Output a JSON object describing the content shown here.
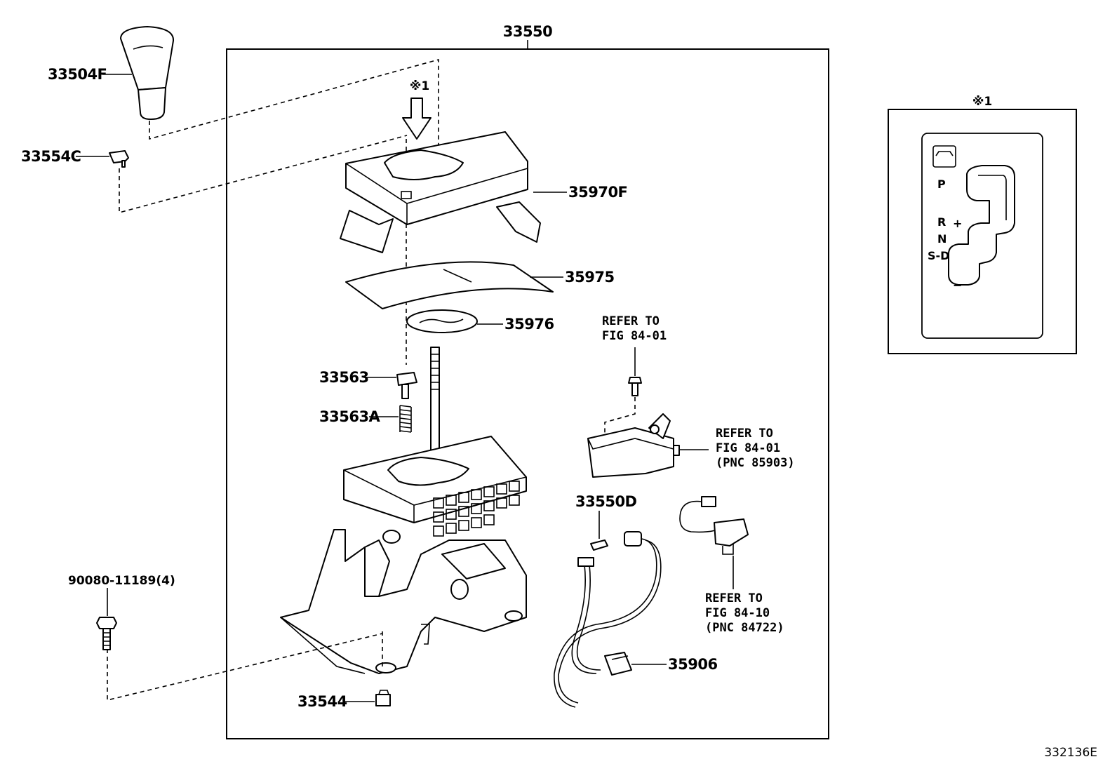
{
  "assembly_label": "33550",
  "parts": {
    "knob": "33504F",
    "knob_clip": "33554C",
    "upper_cover": "35970F",
    "plate": "35975",
    "indicator": "35976",
    "button": "33563",
    "spring": "33563A",
    "bolt": "90080-11189(4)",
    "bushing": "33544",
    "bulb": "33550D",
    "wire_harness": "35906"
  },
  "references": {
    "screw_ref_line1": "REFER TO",
    "screw_ref_line2": "FIG 84-01",
    "switch_ref_line1": "REFER TO",
    "switch_ref_line2": "FIG 84-01",
    "switch_ref_line3": "(PNC 85903)",
    "sensor_ref_line1": "REFER TO",
    "sensor_ref_line2": "FIG 84-10",
    "sensor_ref_line3": "(PNC 84722)"
  },
  "detail": {
    "marker": "※1",
    "title": "※1",
    "positions": [
      "P",
      "R",
      "N",
      "S-D"
    ],
    "plus": "+",
    "minus": "−"
  },
  "figure_id": "332136E"
}
